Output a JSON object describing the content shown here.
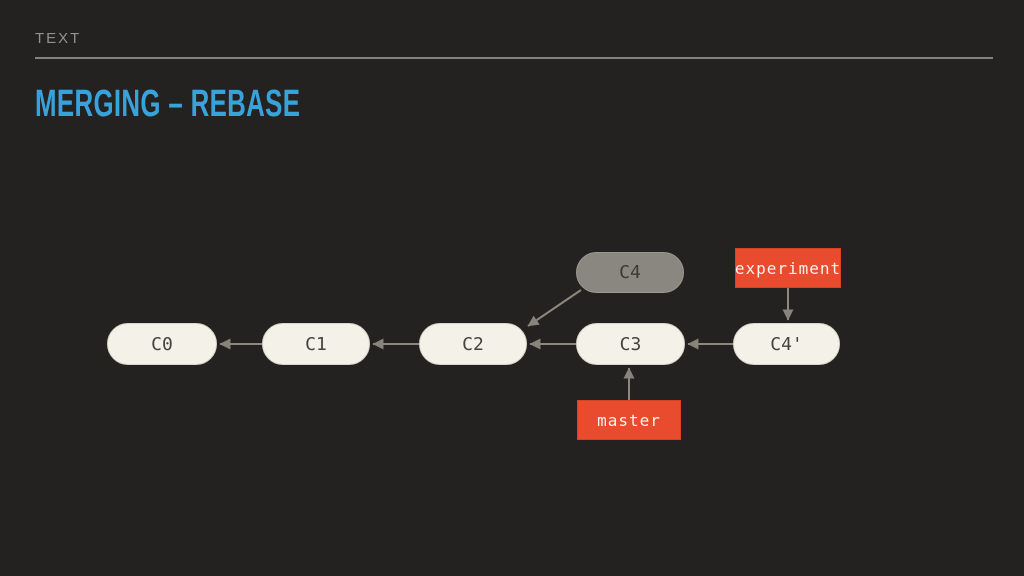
{
  "slide": {
    "eyebrow": "TEXT",
    "title": "MERGING – REBASE"
  },
  "diagram": {
    "type": "git-commit-graph",
    "description": "Rebasing: C4 is replayed on top of C3 as C4'; original C4 is abandoned",
    "commits": [
      {
        "id": "C0",
        "label": "C0",
        "parent": null,
        "state": "normal"
      },
      {
        "id": "C1",
        "label": "C1",
        "parent": "C0",
        "state": "normal"
      },
      {
        "id": "C2",
        "label": "C2",
        "parent": "C1",
        "state": "normal"
      },
      {
        "id": "C3",
        "label": "C3",
        "parent": "C2",
        "state": "normal"
      },
      {
        "id": "C4",
        "label": "C4",
        "parent": "C2",
        "state": "abandoned"
      },
      {
        "id": "C4'",
        "label": "C4'",
        "parent": "C3",
        "state": "normal"
      }
    ],
    "branch_labels": [
      {
        "label": "experiment",
        "points_to": "C4'"
      },
      {
        "label": "master",
        "points_to": "C3"
      }
    ],
    "edges": [
      {
        "from": "C1",
        "to": "C0",
        "type": "parent"
      },
      {
        "from": "C2",
        "to": "C1",
        "type": "parent"
      },
      {
        "from": "C3",
        "to": "C2",
        "type": "parent"
      },
      {
        "from": "C4'",
        "to": "C3",
        "type": "parent"
      },
      {
        "from": "C4",
        "to": "C2",
        "type": "parent-abandoned"
      },
      {
        "from": "experiment",
        "to": "C4'",
        "type": "branch-pointer"
      },
      {
        "from": "master",
        "to": "C3",
        "type": "branch-pointer"
      }
    ]
  },
  "colors": {
    "background": "#242220",
    "title_accent": "#38a3da",
    "eyebrow_gray": "#929090",
    "commit_fill": "#f3f1e8",
    "commit_border": "#d8d4c6",
    "commit_text": "#46433d",
    "abandoned_commit_fill": "#8a8780",
    "branch_label_fill": "#e84b2d",
    "branch_label_text": "#f6f2ea",
    "arrow_gray": "#8b8880"
  }
}
